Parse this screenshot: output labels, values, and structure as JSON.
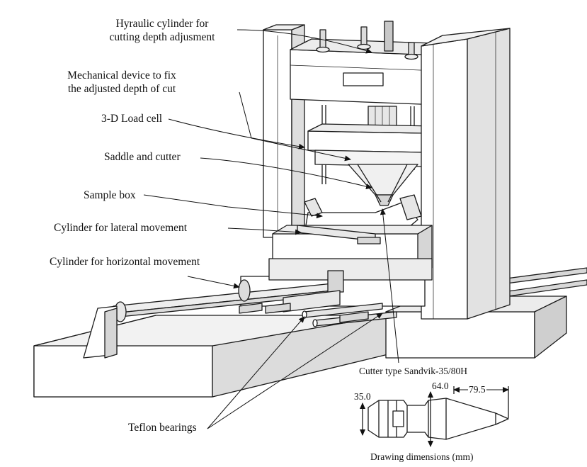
{
  "labels": {
    "hydraulic_cylinder_line1": "Hyraulic cylinder  for",
    "hydraulic_cylinder_line2": "cutting depth adjusment",
    "mechanical_device_line1": "Mechanical device to fix",
    "mechanical_device_line2": "the adjusted depth of cut",
    "load_cell": "3-D Load cell",
    "saddle_cutter": "Saddle and cutter",
    "sample_box": "Sample box",
    "cylinder_lateral": "Cylinder for lateral movement",
    "cylinder_horizontal": "Cylinder for horizontal movement",
    "teflon_bearings": "Teflon bearings",
    "cutter_type": "Cutter type Sandvik-35/80H",
    "drawing_dimensions": "Drawing dimensions (mm)"
  },
  "dimensions": {
    "d1": "35.0",
    "d2": "64.0",
    "d3": "79.5"
  },
  "colors": {
    "line": "#1a1a1a",
    "face_light": "#ffffff",
    "face_shade": "#e4e4e4",
    "face_dark": "#c8c8c8"
  }
}
